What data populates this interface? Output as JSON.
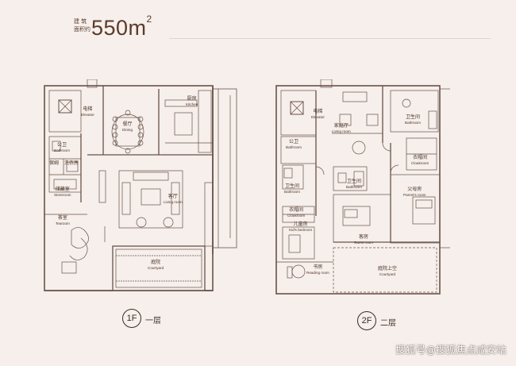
{
  "header": {
    "label_line1": "建 筑",
    "label_line2": "面积约",
    "area_value": "550m",
    "area_sup": "2"
  },
  "floor1": {
    "badge": "1F",
    "name": "一层",
    "rooms": {
      "elevator": {
        "cn": "电梯",
        "en": "Elevator"
      },
      "dining": {
        "cn": "餐厅",
        "en": "Dining"
      },
      "kitchen": {
        "cn": "厨房",
        "en": "Kitchen"
      },
      "bathroom": {
        "cn": "公卫",
        "en": "Bathroom"
      },
      "nanny": {
        "cn": "保姆",
        "en": ""
      },
      "utility": {
        "cn": "洗衣房",
        "en": ""
      },
      "storeroom": {
        "cn": "储藏室",
        "en": "Storeroom"
      },
      "living": {
        "cn": "客厅",
        "en": "Living room"
      },
      "tearoom": {
        "cn": "茶室",
        "en": "Tearoom"
      },
      "courtyard": {
        "cn": "庭院",
        "en": "Courtyard"
      }
    }
  },
  "floor2": {
    "badge": "2F",
    "name": "二层",
    "rooms": {
      "elevator": {
        "cn": "电梯",
        "en": "Elevator"
      },
      "living": {
        "cn": "家庭厅",
        "en": "Living room"
      },
      "bathroom_top": {
        "cn": "卫生间",
        "en": "Bathroom"
      },
      "bathroom_left": {
        "cn": "公卫",
        "en": "Bathroom"
      },
      "closet": {
        "cn": "衣帽间",
        "en": "Cloakroom"
      },
      "bathroom_mid": {
        "cn": "卫生间",
        "en": "Bathroom"
      },
      "bathroom_inner": {
        "cn": "卫生间",
        "en": "Bathroom"
      },
      "parents": {
        "cn": "父母房",
        "en": "Parent's room"
      },
      "cloakroom": {
        "cn": "衣帽间",
        "en": "Cloakroom"
      },
      "kids": {
        "cn": "儿童房",
        "en": "Kid's bedroom"
      },
      "guest": {
        "cn": "客房",
        "en": "Guest room"
      },
      "reading": {
        "cn": "书房",
        "en": "Reading room"
      },
      "courtyard_above": {
        "cn": "庭院上空",
        "en": "Courtyard"
      }
    }
  },
  "watermark": "搜狐号@搜狐焦点咸安站",
  "colors": {
    "background": "#f6efeb",
    "line": "#6a5248",
    "text": "#4c3428"
  }
}
